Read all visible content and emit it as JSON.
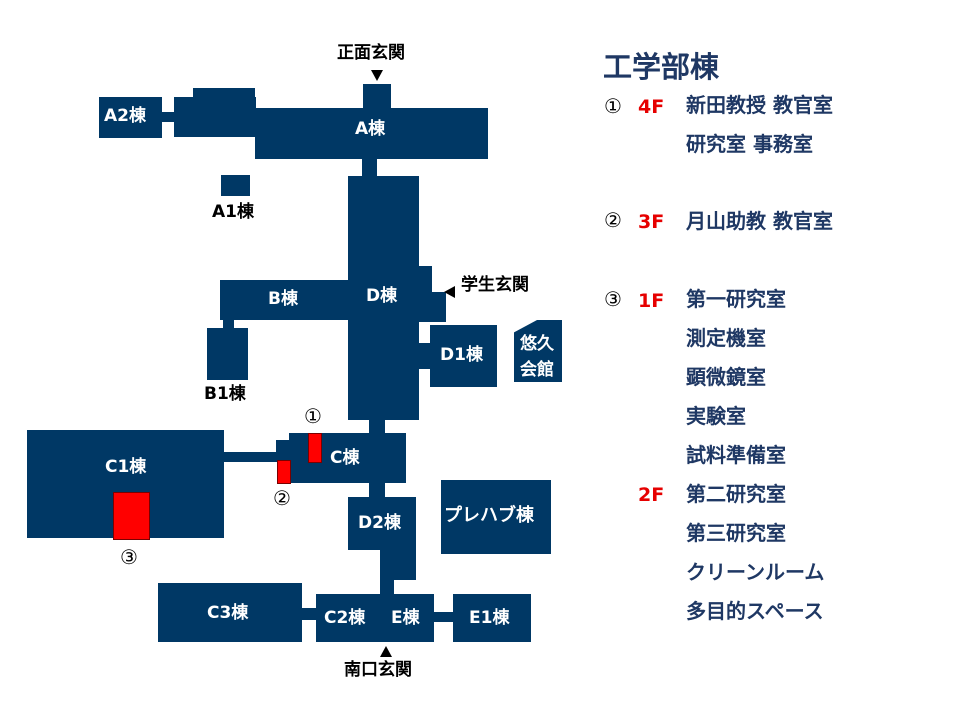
{
  "map": {
    "buildings": {
      "a2": "A2棟",
      "a": "A棟",
      "a1": "A1棟",
      "b": "B棟",
      "d": "D棟",
      "b1": "B1棟",
      "d1": "D1棟",
      "yuukyu_1": "悠久",
      "yuukyu_2": "会館",
      "c1": "C1棟",
      "c": "C棟",
      "d2": "D2棟",
      "prefab": "プレハブ棟",
      "c3": "C3棟",
      "c2": "C2棟",
      "e": "E棟",
      "e1": "E1棟"
    },
    "entrances": {
      "main": "正面玄関",
      "student": "学生玄関",
      "south": "南口玄関"
    },
    "markers": {
      "m1": "①",
      "m2": "②",
      "m3": "③"
    }
  },
  "legend": {
    "title": "工学部棟",
    "groups": [
      {
        "marker": "①",
        "floor": "4F",
        "rooms": [
          "新田教授 教官室",
          "研究室 事務室"
        ]
      },
      {
        "marker": "②",
        "floor": "3F",
        "rooms": [
          "月山助教 教官室"
        ]
      },
      {
        "marker": "③",
        "floor": "1F",
        "rooms": [
          "第一研究室",
          "測定機室",
          "顕微鏡室",
          "実験室",
          "試料準備室"
        ]
      },
      {
        "marker": "",
        "floor": "2F",
        "rooms": [
          "第二研究室",
          "第三研究室",
          "クリーンルーム",
          "多目的スペース"
        ]
      }
    ]
  },
  "colors": {
    "building": "#003865",
    "highlight": "#ff0000",
    "legend_text": "#1f3864",
    "floor_text": "#e60000"
  }
}
